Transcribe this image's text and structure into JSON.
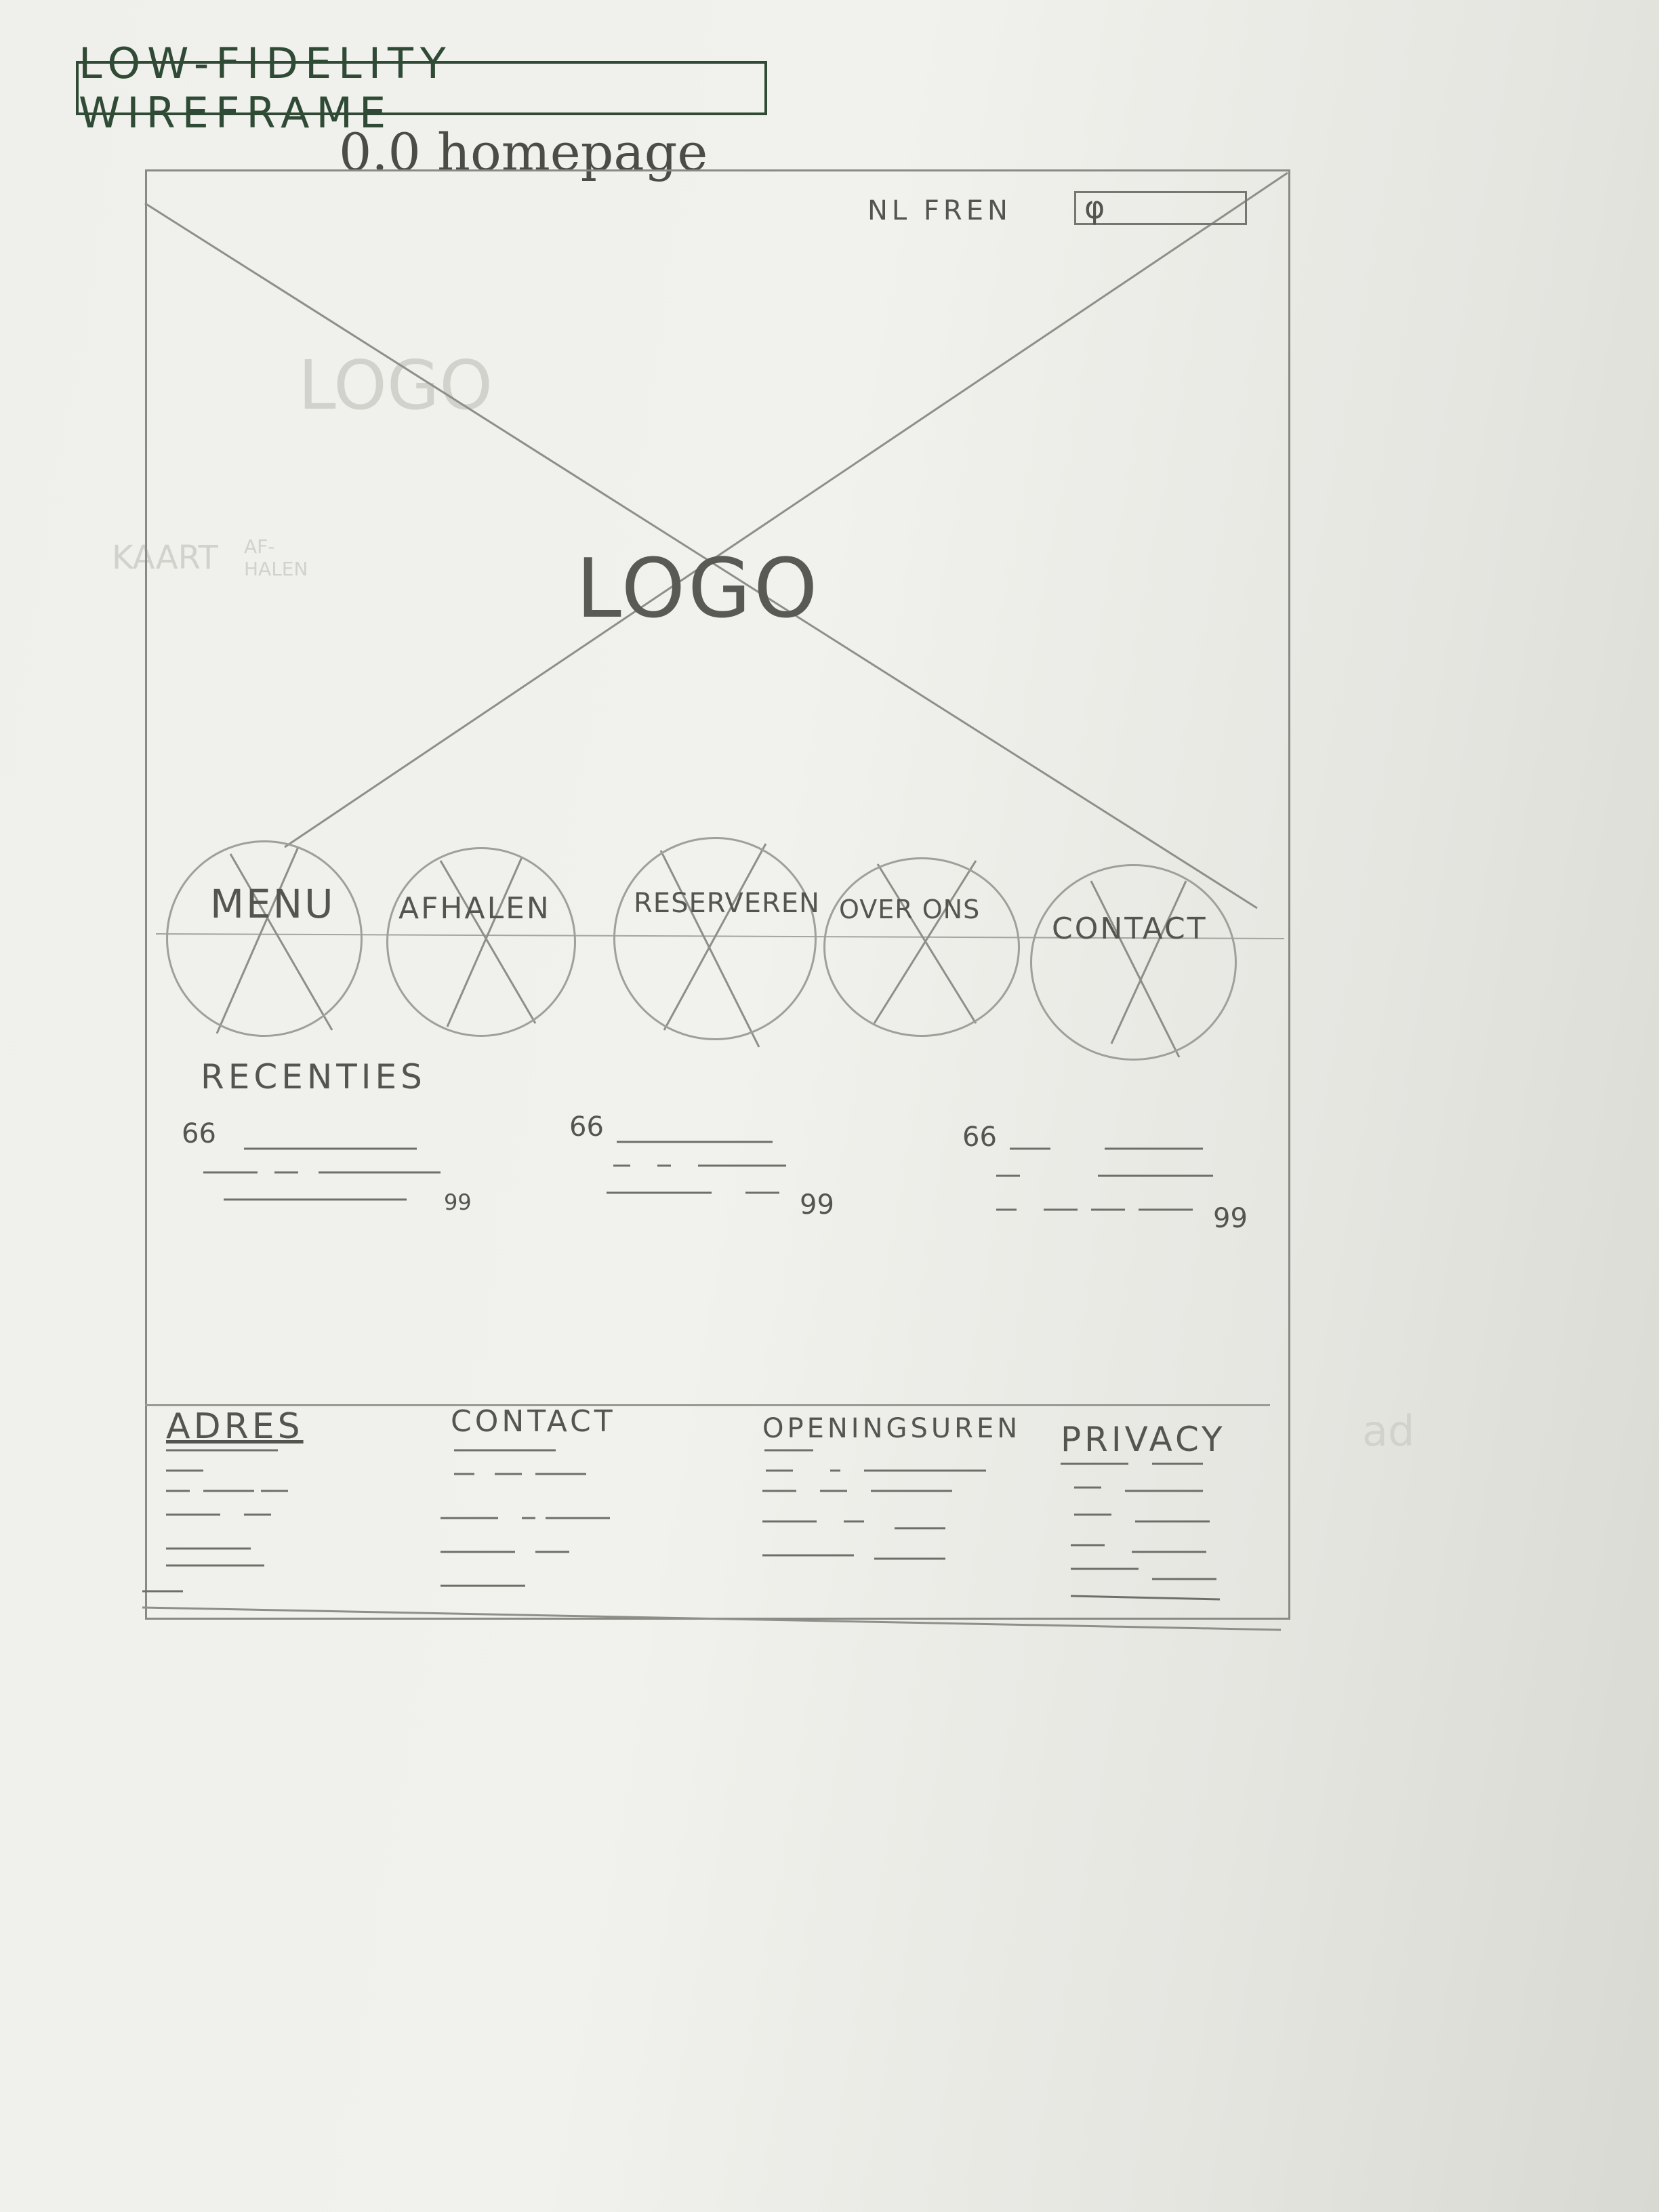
{
  "sheet": {
    "title": "LOW-FIDELITY WIREFRAME",
    "subtitle": "0.0 homepage"
  },
  "header": {
    "languages": "NL FREN",
    "search_icon": "search-icon"
  },
  "hero": {
    "logo": "LOGO"
  },
  "nav": {
    "items": [
      "MENU",
      "AFHALEN",
      "RESERVEREN",
      "OVER ONS",
      "CONTACT"
    ]
  },
  "reviews": {
    "heading": "RECENTIES",
    "open_quote": "66",
    "close_quote": "99"
  },
  "footer": {
    "columns": [
      "ADRES",
      "CONTACT",
      "OPENINGSUREN",
      "PRIVACY"
    ]
  },
  "ghost": {
    "logo": "LOGO",
    "kaart": "KAART",
    "afhalen": "AF-HALEN",
    "side_note": "ad"
  }
}
